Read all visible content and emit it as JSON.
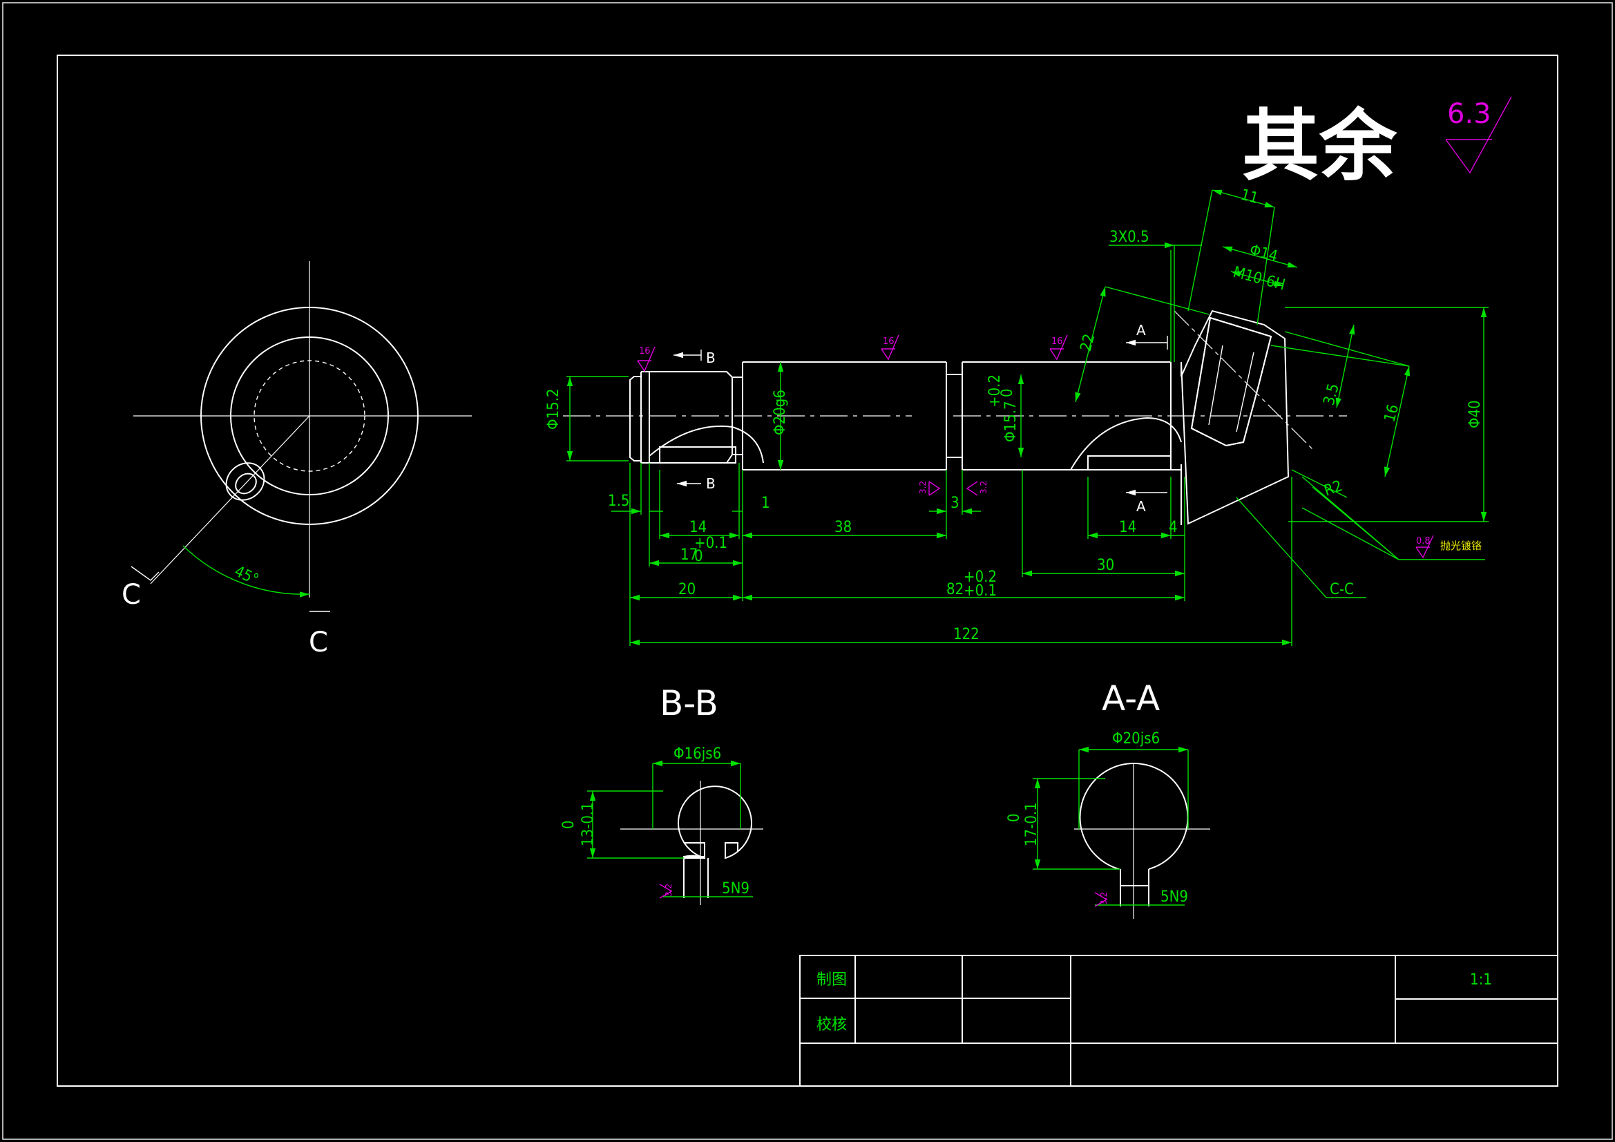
{
  "notes": {
    "general_roughness_label": "其余",
    "general_roughness_value": "6.3"
  },
  "section_labels": {
    "bb": "B-B",
    "aa": "A-A",
    "cut_b_top": "B",
    "cut_b_bottom": "B",
    "cut_a_top": "A",
    "cut_a_bottom": "A",
    "cut_c_left": "C",
    "cut_c_bottom": "C",
    "cc_leader": "C-C"
  },
  "dimensions": {
    "d_15_2": "Φ15.2",
    "d_20g6": "Φ20g6",
    "d_15_7": "Φ15.7",
    "d_15_7_tol_up": "+0.2",
    "d_15_7_tol_lo": "0",
    "len_1_5": "1.5",
    "len_14_left": "14",
    "len_1": "1",
    "len_38": "38",
    "len_17": "17",
    "len_17_tol_up": "+0.1",
    "len_17_tol_lo": "0",
    "len_20": "20",
    "len_82": "82",
    "len_82_tol_up": "+0.2",
    "len_82_tol_lo": "+0.1",
    "len_122": "122",
    "len_3": "3",
    "len_30": "30",
    "len_14_right": "14",
    "len_4": "4",
    "chamfer": "3X0.5",
    "len_11": "11",
    "d_14": "Φ14",
    "thread": "M10-6H",
    "len_22": "22",
    "len_3_5": "3.5",
    "len_16": "16",
    "d_40": "Φ40",
    "radius": "R2",
    "angle": "45°",
    "bb_diameter": "Φ16js6",
    "bb_depth": "13-0.1",
    "bb_depth_tol": "0",
    "bb_key": "5N9",
    "aa_diameter": "Φ20js6",
    "aa_depth": "17-0.1",
    "aa_depth_tol": "0",
    "aa_key": "5N9"
  },
  "roughness": {
    "r16a": "16",
    "r16b": "16",
    "r16c": "16",
    "r3_2a": "3.2",
    "r3_2b": "3.2",
    "r3_2c": "3.2",
    "r3_2d": "3.2",
    "r0_8": "0.8",
    "polish_note": "抛光镀铬"
  },
  "title_block": {
    "drawn_label": "制图",
    "checked_label": "校核",
    "scale": "1:1"
  }
}
